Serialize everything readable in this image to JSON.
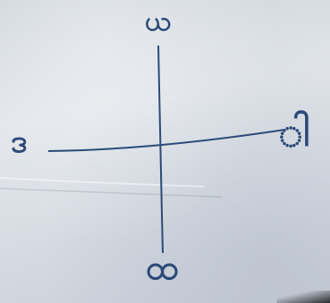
{
  "labels": {
    "top": "ယ",
    "right": "ါ",
    "left": "ဒ",
    "bottom": "ထ"
  },
  "colors": {
    "ink": "#2b4a78",
    "paper": "#d9dde3"
  }
}
